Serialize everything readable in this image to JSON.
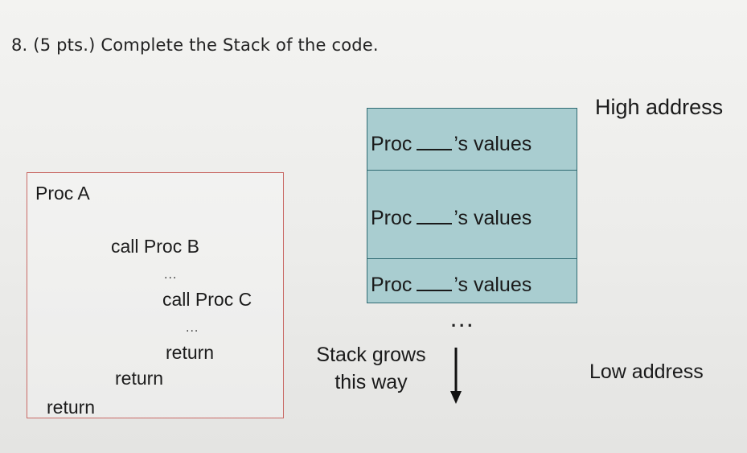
{
  "question": "8. (5 pts.) Complete the Stack of the code.",
  "code": {
    "header": "Proc  A",
    "call_b": "call  Proc B",
    "dots_1": "...",
    "call_c": "call Proc C",
    "dots_2": "...",
    "return_inner": "return",
    "return_middle": "return",
    "return_outer": "return"
  },
  "stack": {
    "frames": [
      {
        "prefix": "Proc",
        "suffix": "’s  values"
      },
      {
        "prefix": "Proc",
        "suffix": "’s  values"
      },
      {
        "prefix": "Proc",
        "suffix": "’s  values"
      }
    ],
    "ellipsis": "...",
    "high_label": "High address",
    "low_label": "Low address",
    "grows_line1": "Stack grows",
    "grows_line2": "this way"
  }
}
